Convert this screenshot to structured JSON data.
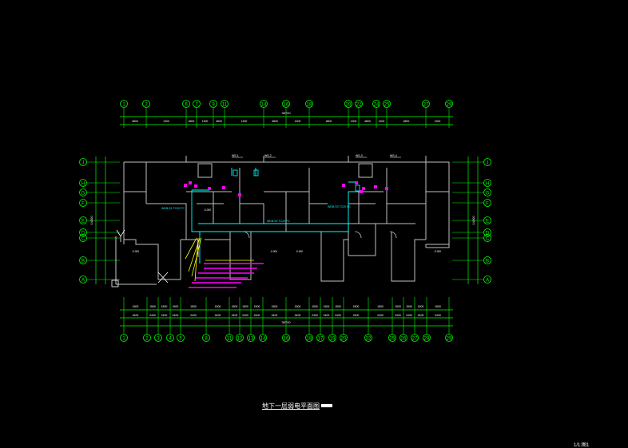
{
  "drawing": {
    "title": "地下一层弱电平面图",
    "corner_text": "1/1:图1",
    "colors": {
      "background": "#000000",
      "axis": "#00ff00",
      "wall": "#bfbfbf",
      "conduit": "#00ffff",
      "device": "#ff00ff",
      "leader": "#ffff00",
      "text": "#ffffff"
    },
    "top_axes": [
      "1",
      "2",
      "6",
      "7",
      "9",
      "11",
      "14",
      "16",
      "18",
      "20",
      "22",
      "24",
      "25",
      "27",
      "29"
    ],
    "bottom_axes": [
      "1",
      "2",
      "3",
      "4",
      "5",
      "8",
      "11",
      "12",
      "13",
      "14",
      "16",
      "18",
      "17",
      "19",
      "20",
      "22",
      "25",
      "26",
      "27",
      "28",
      "29"
    ],
    "left_axes": [
      "J",
      "H",
      "G",
      "F",
      "E",
      "D",
      "C",
      "B",
      "A"
    ],
    "right_axes": [
      "J",
      "H",
      "G",
      "F",
      "E",
      "D",
      "C",
      "B",
      "A"
    ],
    "top_total": "35700",
    "bottom_total": "35700",
    "side_total": "14300",
    "riser_labels": [
      "WS-1",
      "WS-2",
      "WS-3",
      "WS-4"
    ],
    "conduit_notes": [
      "WDB-S1 TC20 FC",
      "WDB-S2 TC20 FC",
      "WDB-S3 TC20 FC"
    ],
    "room_tags": [
      "-0.000",
      "-0.000",
      "-0.000",
      "-0.000",
      "-0.000"
    ]
  }
}
